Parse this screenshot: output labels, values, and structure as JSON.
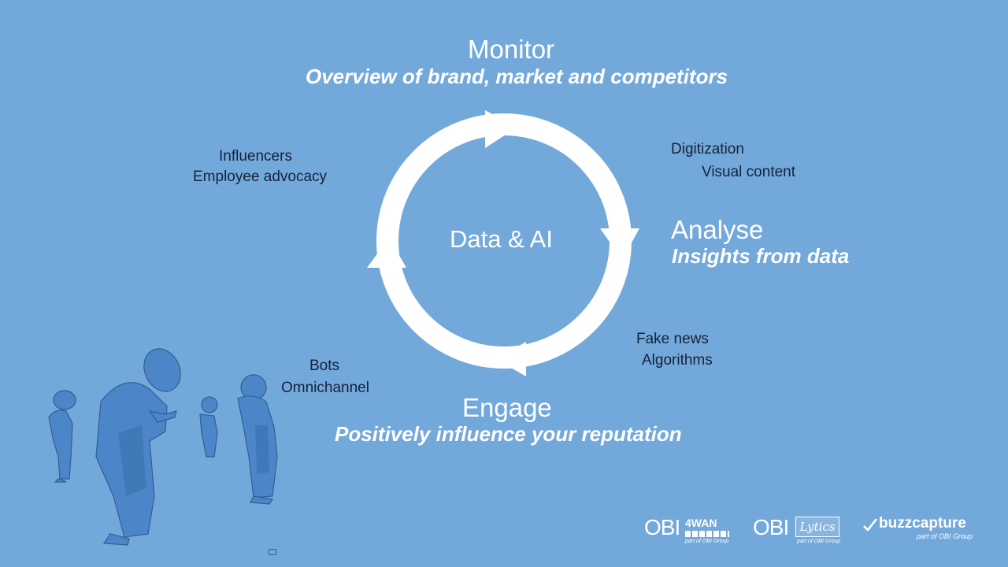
{
  "colors": {
    "background": "#73a8da",
    "cycle": "#ffffff",
    "heading_text": "#ffffff",
    "note_text": "#14233a",
    "figure_fill": "#4d86c8",
    "figure_shade": "#3b6fae"
  },
  "cycle": {
    "center": "Data & AI",
    "stages": {
      "monitor": {
        "title": "Monitor",
        "subtitle": "Overview of brand, market and competitors"
      },
      "analyse": {
        "title": "Analyse",
        "subtitle": "Insights from data"
      },
      "engage": {
        "title": "Engage",
        "subtitle": "Positively influence your reputation"
      }
    }
  },
  "notes": {
    "top_left": [
      "Influencers",
      "Employee advocacy"
    ],
    "top_right": [
      "Digitization",
      "Visual content"
    ],
    "bottom_right": [
      "Fake news",
      "Algorithms"
    ],
    "bottom_left": [
      "Bots",
      "Omnichannel"
    ]
  },
  "logos": {
    "obi4wan": {
      "left": "OBI",
      "right": "4WAN",
      "tagline": "part of OBI Group"
    },
    "obilytics": {
      "left": "OBI",
      "right": "Lytics",
      "tagline": "part of OBI Group"
    },
    "buzzcapture": {
      "name": "buzzcapture",
      "tagline": "part of OBI Group"
    }
  },
  "illustration": {
    "icon": "people-looking-at-phones-illustration"
  }
}
